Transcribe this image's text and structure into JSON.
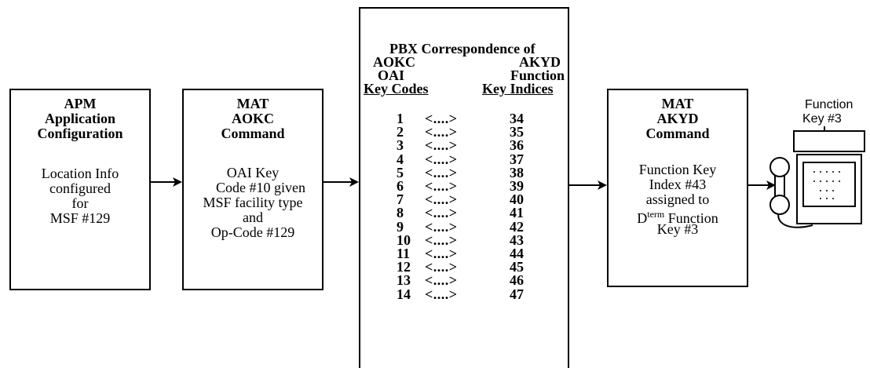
{
  "apm_box": {
    "title_line1": "APM",
    "title_line2": "Application",
    "title_line3": "Configuration",
    "body_line1": "Location Info",
    "body_line2": "configured",
    "body_line3": "for",
    "body_line4": "MSF #129"
  },
  "aokc_box": {
    "title_line1": "MAT",
    "title_line2": "AOKC",
    "title_line3": "Command",
    "body_line1": "OAI Key",
    "body_line2": "Code #10 given",
    "body_line3": "MSF facility type",
    "body_line4": "and",
    "body_line5": "Op-Code #129"
  },
  "pbx_box": {
    "title": "PBX Correspondence of",
    "left_header_line1": "AOKC",
    "left_header_line2": "OAI",
    "left_header_line3": "Key Codes",
    "right_header_line1": "AKYD",
    "right_header_line2": "Function",
    "right_header_line3": "Key Indices",
    "arrow_text": "<....>",
    "rows": [
      {
        "left": "1",
        "right": "34"
      },
      {
        "left": "2",
        "right": "35"
      },
      {
        "left": "3",
        "right": "36"
      },
      {
        "left": "4",
        "right": "37"
      },
      {
        "left": "5",
        "right": "38"
      },
      {
        "left": "6",
        "right": "39"
      },
      {
        "left": "7",
        "right": "40"
      },
      {
        "left": "8",
        "right": "41"
      },
      {
        "left": "9",
        "right": "42"
      },
      {
        "left": "10",
        "right": "43"
      },
      {
        "left": "11",
        "right": "44"
      },
      {
        "left": "12",
        "right": "45"
      },
      {
        "left": "13",
        "right": "46"
      },
      {
        "left": "14",
        "right": "47"
      }
    ]
  },
  "akyd_box": {
    "title_line1": "MAT",
    "title_line2": "AKYD",
    "title_line3": "Command",
    "body_line1": "Function Key",
    "body_line2": "Index #43",
    "body_line3": "assigned to",
    "body_line4_prefix": "D",
    "body_line4_sup": "term",
    "body_line4_suffix": " Function",
    "body_line5": "Key #3"
  },
  "phone": {
    "label_line1": "Function",
    "label_line2": "Key #3"
  }
}
